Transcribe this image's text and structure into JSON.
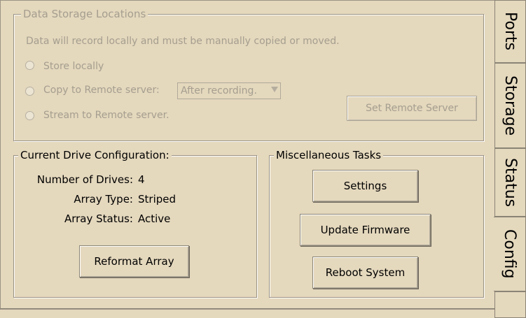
{
  "storage": {
    "legend": "Data Storage Locations",
    "info": "Data will record locally and must be manually copied or moved.",
    "options": [
      {
        "label": "Store locally"
      },
      {
        "label": "Copy to Remote server:"
      },
      {
        "label": "Stream to Remote server."
      }
    ],
    "select_value": "After recording.",
    "set_remote_label": "Set Remote Server"
  },
  "drive": {
    "legend": "Current Drive Configuration:",
    "rows": [
      {
        "label": "Number of Drives:",
        "value": "4"
      },
      {
        "label": "Array Type:",
        "value": "Striped"
      },
      {
        "label": "Array Status:",
        "value": "Active"
      }
    ],
    "reformat_label": "Reformat Array"
  },
  "misc": {
    "legend": "Miscellaneous Tasks",
    "settings_label": "Settings",
    "update_label": "Update Firmware",
    "reboot_label": "Reboot System"
  },
  "tabs": [
    {
      "label": "Ports"
    },
    {
      "label": "Storage"
    },
    {
      "label": "Status"
    },
    {
      "label": "Config"
    }
  ],
  "colors": {
    "background": "#e4d8bd",
    "disabled_text": "#a59e8f"
  }
}
